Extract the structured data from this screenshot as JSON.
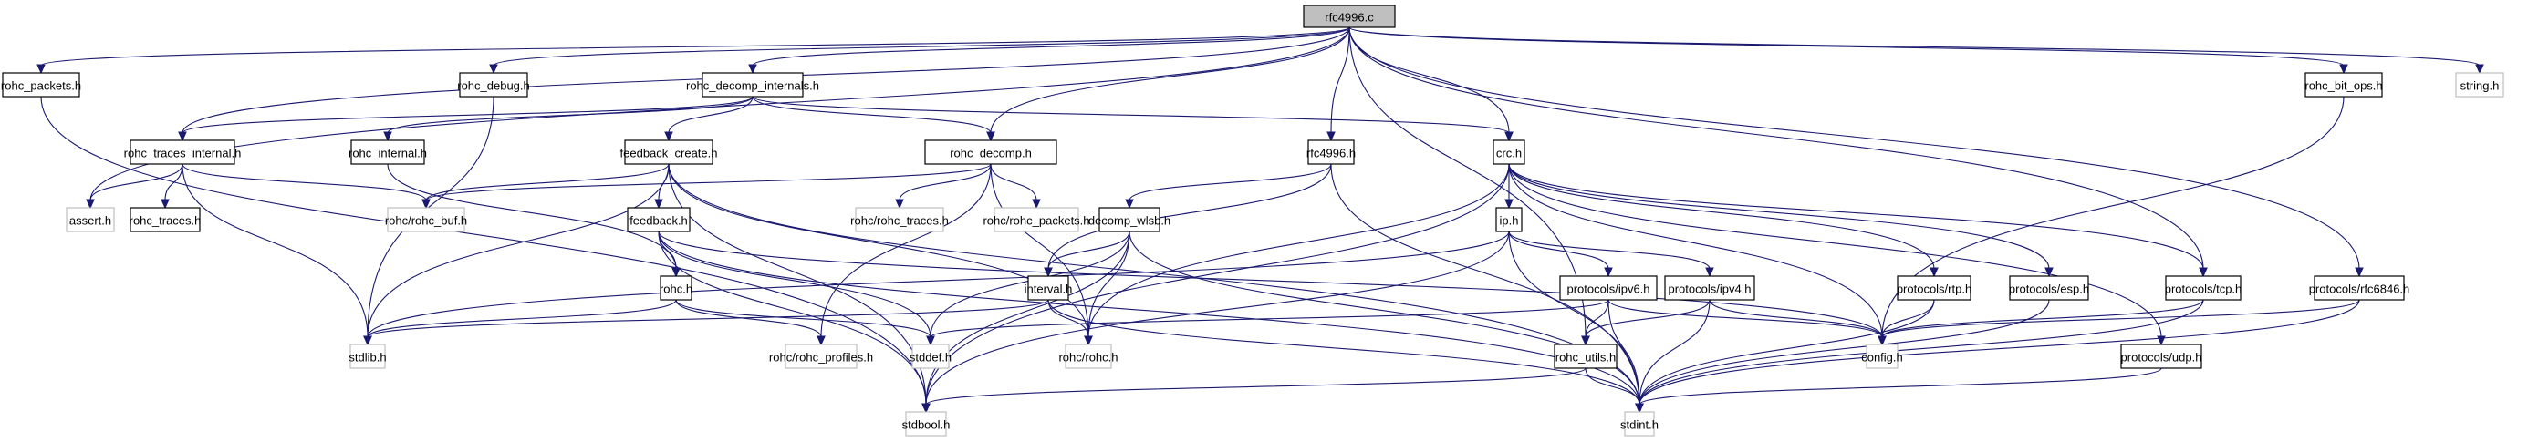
{
  "diagram": {
    "type": "include-dependency-graph",
    "root": "rfc4996.c",
    "colors": {
      "edge": "#191970",
      "root_fill": "#bfbfbf",
      "node_border": "#000000",
      "system_border": "#bfbfbf"
    },
    "nodes": [
      {
        "id": "rfc4996_c",
        "label": "rfc4996.c",
        "kind": "root"
      },
      {
        "id": "rohc_packets_h",
        "label": "rohc_packets.h",
        "kind": "local"
      },
      {
        "id": "rohc_debug_h",
        "label": "rohc_debug.h",
        "kind": "local"
      },
      {
        "id": "rohc_decomp_internals_h",
        "label": "rohc_decomp_internals.h",
        "kind": "local"
      },
      {
        "id": "rohc_bit_ops_h",
        "label": "rohc_bit_ops.h",
        "kind": "local"
      },
      {
        "id": "string_h",
        "label": "string.h",
        "kind": "system"
      },
      {
        "id": "rohc_traces_internal_h",
        "label": "rohc_traces_internal.h",
        "kind": "local"
      },
      {
        "id": "rohc_internal_h",
        "label": "rohc_internal.h",
        "kind": "local"
      },
      {
        "id": "feedback_create_h",
        "label": "feedback_create.h",
        "kind": "local"
      },
      {
        "id": "rohc_decomp_h",
        "label": "rohc_decomp.h",
        "kind": "local"
      },
      {
        "id": "rfc4996_h",
        "label": "rfc4996.h",
        "kind": "local"
      },
      {
        "id": "crc_h",
        "label": "crc.h",
        "kind": "local"
      },
      {
        "id": "assert_h",
        "label": "assert.h",
        "kind": "system"
      },
      {
        "id": "rohc_traces_h",
        "label": "rohc_traces.h",
        "kind": "local"
      },
      {
        "id": "rohc_rohc_buf_h",
        "label": "rohc/rohc_buf.h",
        "kind": "system"
      },
      {
        "id": "feedback_h",
        "label": "feedback.h",
        "kind": "local"
      },
      {
        "id": "rohc_rohc_traces_h",
        "label": "rohc/rohc_traces.h",
        "kind": "system"
      },
      {
        "id": "rohc_rohc_packets_h",
        "label": "rohc/rohc_packets.h",
        "kind": "system"
      },
      {
        "id": "decomp_wlsb_h",
        "label": "decomp_wlsb.h",
        "kind": "local"
      },
      {
        "id": "ip_h",
        "label": "ip.h",
        "kind": "local"
      },
      {
        "id": "rohc_h",
        "label": "rohc.h",
        "kind": "local"
      },
      {
        "id": "interval_h",
        "label": "interval.h",
        "kind": "local"
      },
      {
        "id": "protocols_ipv6_h",
        "label": "protocols/ipv6.h",
        "kind": "local"
      },
      {
        "id": "protocols_ipv4_h",
        "label": "protocols/ipv4.h",
        "kind": "local"
      },
      {
        "id": "protocols_rtp_h",
        "label": "protocols/rtp.h",
        "kind": "local"
      },
      {
        "id": "protocols_esp_h",
        "label": "protocols/esp.h",
        "kind": "local"
      },
      {
        "id": "protocols_tcp_h",
        "label": "protocols/tcp.h",
        "kind": "local"
      },
      {
        "id": "protocols_rfc6846_h",
        "label": "protocols/rfc6846.h",
        "kind": "local"
      },
      {
        "id": "stdlib_h",
        "label": "stdlib.h",
        "kind": "system"
      },
      {
        "id": "rohc_rohc_profiles_h",
        "label": "rohc/rohc_profiles.h",
        "kind": "system"
      },
      {
        "id": "stddef_h",
        "label": "stddef.h",
        "kind": "system"
      },
      {
        "id": "rohc_rohc_h",
        "label": "rohc/rohc.h",
        "kind": "system"
      },
      {
        "id": "rohc_utils_h",
        "label": "rohc_utils.h",
        "kind": "local"
      },
      {
        "id": "config_h",
        "label": "config.h",
        "kind": "system"
      },
      {
        "id": "protocols_udp_h",
        "label": "protocols/udp.h",
        "kind": "local"
      },
      {
        "id": "stdbool_h",
        "label": "stdbool.h",
        "kind": "system"
      },
      {
        "id": "stdint_h",
        "label": "stdint.h",
        "kind": "system"
      }
    ],
    "edges": [
      [
        "rfc4996_c",
        "rohc_packets_h"
      ],
      [
        "rfc4996_c",
        "rohc_debug_h"
      ],
      [
        "rfc4996_c",
        "rohc_decomp_internals_h"
      ],
      [
        "rfc4996_c",
        "rohc_bit_ops_h"
      ],
      [
        "rfc4996_c",
        "string_h"
      ],
      [
        "rfc4996_c",
        "rohc_traces_internal_h"
      ],
      [
        "rfc4996_c",
        "assert_h"
      ],
      [
        "rfc4996_c",
        "rohc_decomp_h"
      ],
      [
        "rfc4996_c",
        "rfc4996_h"
      ],
      [
        "rfc4996_c",
        "crc_h"
      ],
      [
        "rfc4996_c",
        "rohc_utils_h"
      ],
      [
        "rfc4996_c",
        "protocols_tcp_h"
      ],
      [
        "rfc4996_c",
        "protocols_rfc6846_h"
      ],
      [
        "rohc_packets_h",
        "stdbool_h"
      ],
      [
        "rohc_debug_h",
        "stdlib_h"
      ],
      [
        "rohc_decomp_internals_h",
        "rohc_traces_internal_h"
      ],
      [
        "rohc_decomp_internals_h",
        "rohc_internal_h"
      ],
      [
        "rohc_decomp_internals_h",
        "feedback_create_h"
      ],
      [
        "rohc_decomp_internals_h",
        "rohc_decomp_h"
      ],
      [
        "rohc_decomp_internals_h",
        "crc_h"
      ],
      [
        "rohc_bit_ops_h",
        "config_h"
      ],
      [
        "rohc_traces_internal_h",
        "assert_h"
      ],
      [
        "rohc_traces_internal_h",
        "rohc_traces_h"
      ],
      [
        "rohc_traces_internal_h",
        "rohc_rohc_buf_h"
      ],
      [
        "rohc_traces_internal_h",
        "stdlib_h"
      ],
      [
        "rohc_internal_h",
        "rohc_h"
      ],
      [
        "feedback_create_h",
        "rohc_rohc_buf_h"
      ],
      [
        "feedback_create_h",
        "feedback_h"
      ],
      [
        "feedback_create_h",
        "stdlib_h"
      ],
      [
        "feedback_create_h",
        "stdbool_h"
      ],
      [
        "feedback_create_h",
        "stdint_h"
      ],
      [
        "feedback_create_h",
        "rohc_rohc_h"
      ],
      [
        "rohc_decomp_h",
        "rohc_rohc_buf_h"
      ],
      [
        "rohc_decomp_h",
        "rohc_rohc_traces_h"
      ],
      [
        "rohc_decomp_h",
        "rohc_rohc_packets_h"
      ],
      [
        "rohc_decomp_h",
        "rohc_rohc_profiles_h"
      ],
      [
        "rohc_decomp_h",
        "rohc_rohc_h"
      ],
      [
        "rfc4996_h",
        "decomp_wlsb_h"
      ],
      [
        "rfc4996_h",
        "interval_h"
      ],
      [
        "rfc4996_h",
        "stdint_h"
      ],
      [
        "crc_h",
        "ip_h"
      ],
      [
        "crc_h",
        "protocols_rtp_h"
      ],
      [
        "crc_h",
        "protocols_esp_h"
      ],
      [
        "crc_h",
        "protocols_tcp_h"
      ],
      [
        "crc_h",
        "protocols_udp_h"
      ],
      [
        "crc_h",
        "rohc_rohc_h"
      ],
      [
        "crc_h",
        "stdbool_h"
      ],
      [
        "crc_h",
        "config_h"
      ],
      [
        "feedback_h",
        "rohc_h"
      ],
      [
        "feedback_h",
        "stddef_h"
      ],
      [
        "feedback_h",
        "stdbool_h"
      ],
      [
        "feedback_h",
        "stdint_h"
      ],
      [
        "feedback_h",
        "config_h"
      ],
      [
        "decomp_wlsb_h",
        "interval_h"
      ],
      [
        "decomp_wlsb_h",
        "stddef_h"
      ],
      [
        "decomp_wlsb_h",
        "stdbool_h"
      ],
      [
        "decomp_wlsb_h",
        "stdint_h"
      ],
      [
        "decomp_wlsb_h",
        "rohc_rohc_h"
      ],
      [
        "ip_h",
        "protocols_ipv6_h"
      ],
      [
        "ip_h",
        "protocols_ipv4_h"
      ],
      [
        "ip_h",
        "stdlib_h"
      ],
      [
        "ip_h",
        "stdbool_h"
      ],
      [
        "ip_h",
        "stdint_h"
      ],
      [
        "rohc_h",
        "stdlib_h"
      ],
      [
        "rohc_h",
        "rohc_rohc_profiles_h"
      ],
      [
        "rohc_h",
        "stddef_h"
      ],
      [
        "interval_h",
        "stdlib_h"
      ],
      [
        "interval_h",
        "rohc_rohc_h"
      ],
      [
        "interval_h",
        "stdint_h"
      ],
      [
        "protocols_ipv6_h",
        "rohc_utils_h"
      ],
      [
        "protocols_ipv6_h",
        "stdint_h"
      ],
      [
        "protocols_ipv6_h",
        "config_h"
      ],
      [
        "protocols_ipv6_h",
        "stddef_h"
      ],
      [
        "protocols_ipv4_h",
        "rohc_utils_h"
      ],
      [
        "protocols_ipv4_h",
        "stdint_h"
      ],
      [
        "protocols_ipv4_h",
        "config_h"
      ],
      [
        "protocols_rtp_h",
        "config_h"
      ],
      [
        "protocols_rtp_h",
        "stdint_h"
      ],
      [
        "protocols_esp_h",
        "stdint_h"
      ],
      [
        "protocols_tcp_h",
        "config_h"
      ],
      [
        "protocols_tcp_h",
        "stdint_h"
      ],
      [
        "protocols_rfc6846_h",
        "config_h"
      ],
      [
        "protocols_rfc6846_h",
        "stdint_h"
      ],
      [
        "rohc_utils_h",
        "stdint_h"
      ],
      [
        "rohc_utils_h",
        "stdbool_h"
      ],
      [
        "protocols_udp_h",
        "stdint_h"
      ]
    ]
  }
}
